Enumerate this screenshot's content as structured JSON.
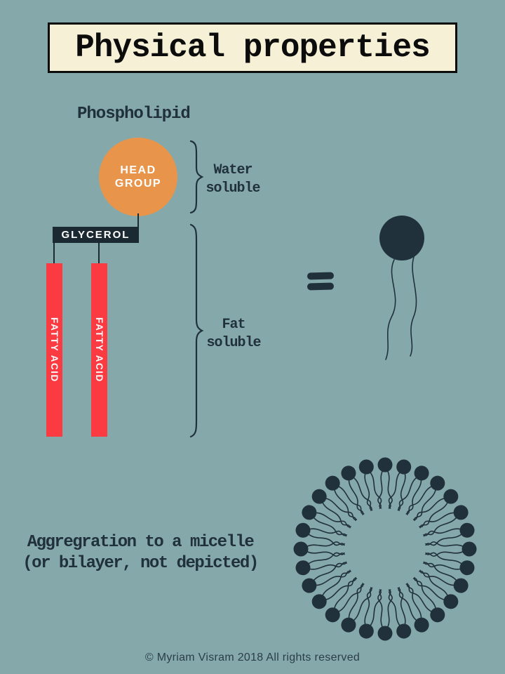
{
  "title": "Physical properties",
  "colors": {
    "bg": "#85A8AB",
    "cream": "#F5F0D6",
    "ink": "#20313C",
    "ink-deep": "#1A2932",
    "orange": "#E8954B",
    "red": "#FB3A42",
    "black": "#0C0C0C"
  },
  "diagram": {
    "phospholipid_label": "Phospholipid",
    "head_group": "HEAD\nGROUP",
    "glycerol": "GLYCEROL",
    "fatty_acid": "FATTY ACID",
    "water_soluble": "Water\nsoluble",
    "fat_soluble": "Fat\nsoluble",
    "equals_symbol": "=",
    "micelle": {
      "units": 28,
      "tails_per_unit": 2,
      "ring_radius": 120,
      "head_radius": 10.5,
      "tail_inner_radius": 58
    }
  },
  "caption": "Aggregration to a micelle\n(or bilayer, not depicted)",
  "footer": "© Myriam Visram 2018 All rights reserved"
}
